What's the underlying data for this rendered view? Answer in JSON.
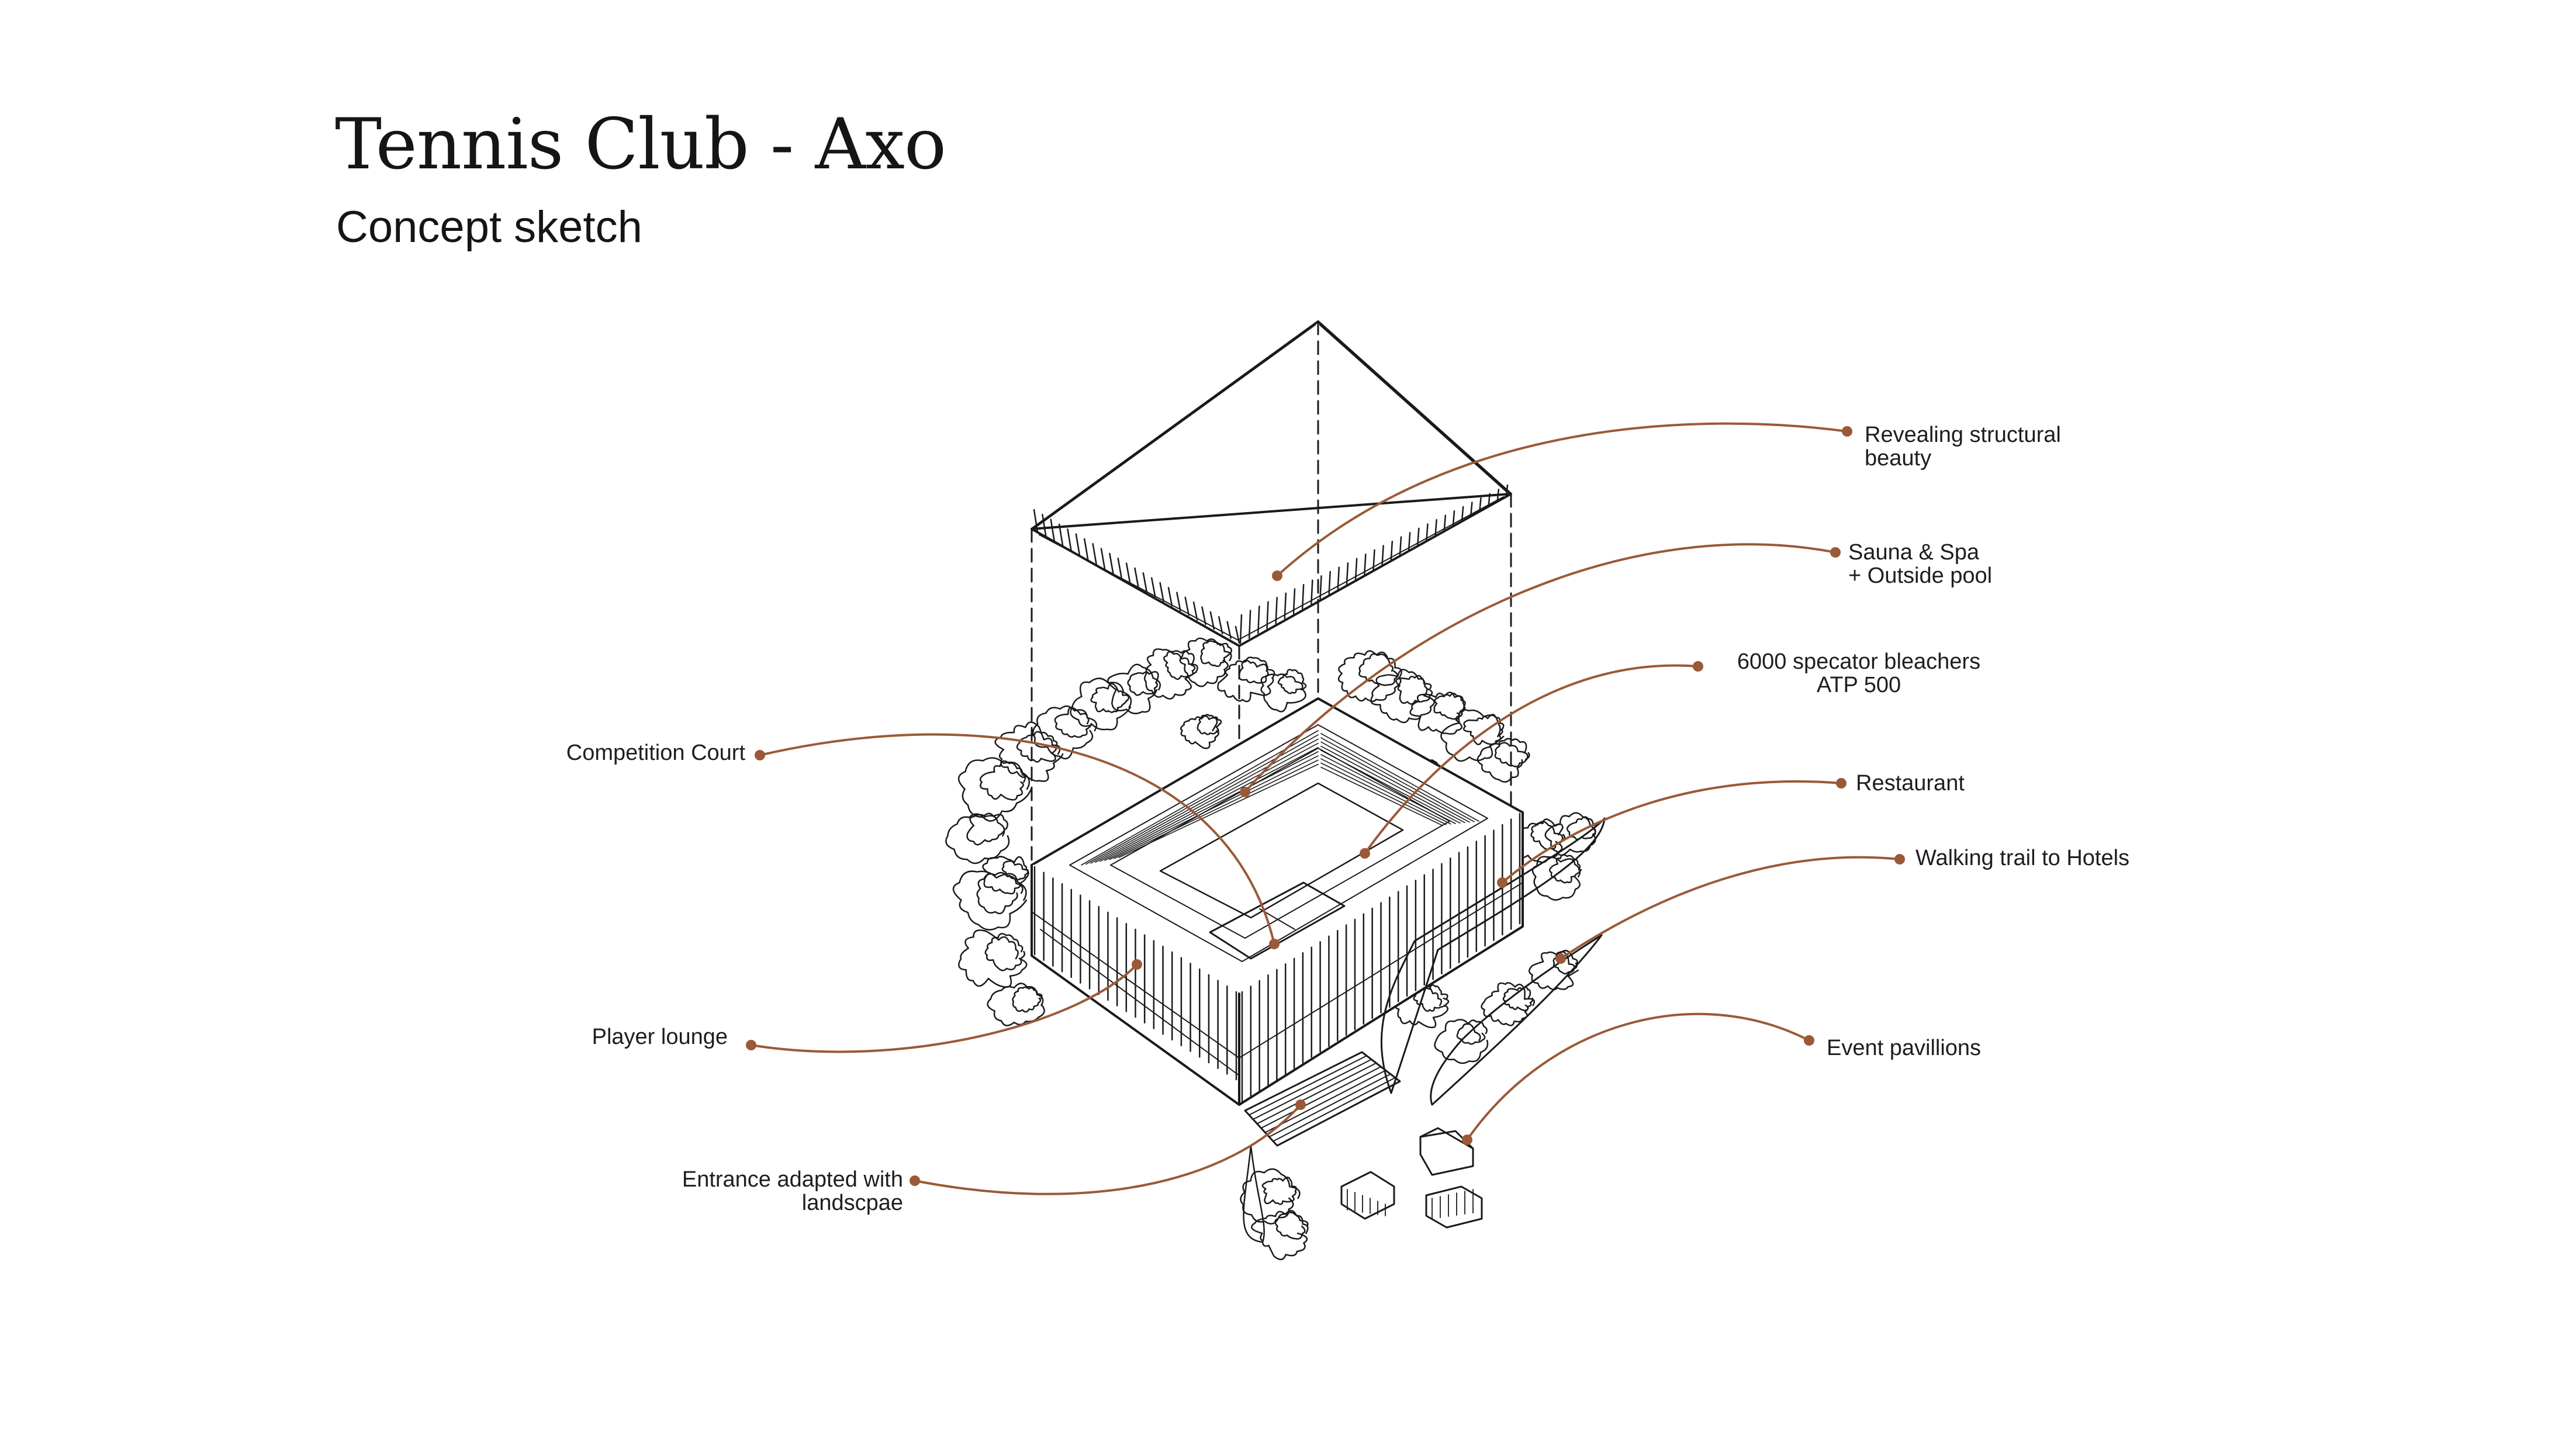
{
  "header": {
    "title": "Tennis Club - Axo",
    "subtitle": "Concept sketch"
  },
  "accent_color": "#9a5a37",
  "ink_color": "#1a1a1a",
  "callouts": {
    "structural": {
      "line1": "Revealing structural",
      "line2": "beauty"
    },
    "sauna": {
      "line1": "Sauna & Spa",
      "line2": "+ Outside pool"
    },
    "bleachers": {
      "line1": "6000 specator bleachers",
      "line2": "ATP 500"
    },
    "restaurant": {
      "line1": "Restaurant"
    },
    "walking": {
      "line1": "Walking trail to Hotels"
    },
    "event": {
      "line1": "Event pavillions"
    },
    "competition": {
      "line1": "Competition Court"
    },
    "lounge": {
      "line1": "Player lounge"
    },
    "entrance": {
      "line1": "Entrance adapted with",
      "line2": "landscpae"
    }
  }
}
